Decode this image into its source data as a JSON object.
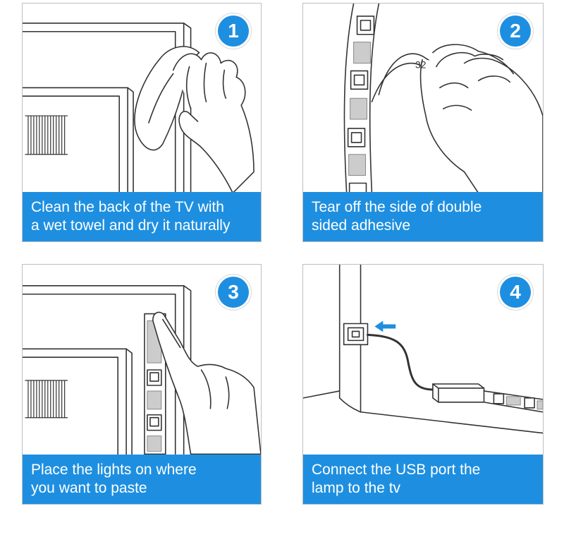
{
  "steps": [
    {
      "number": "1",
      "caption_line1": "Clean the back of the TV with",
      "caption_line2": "a wet towel and dry it naturally"
    },
    {
      "number": "2",
      "caption_line1": "Tear off the side of double",
      "caption_line2": "sided adhesive",
      "strip_label": "32"
    },
    {
      "number": "3",
      "caption_line1": "Place the lights on where",
      "caption_line2": "you want to paste"
    },
    {
      "number": "4",
      "caption_line1": "Connect the USB port the",
      "caption_line2": "lamp to the tv"
    }
  ],
  "colors": {
    "accent_blue": "#1e8fe0",
    "line_art": "#333333"
  }
}
